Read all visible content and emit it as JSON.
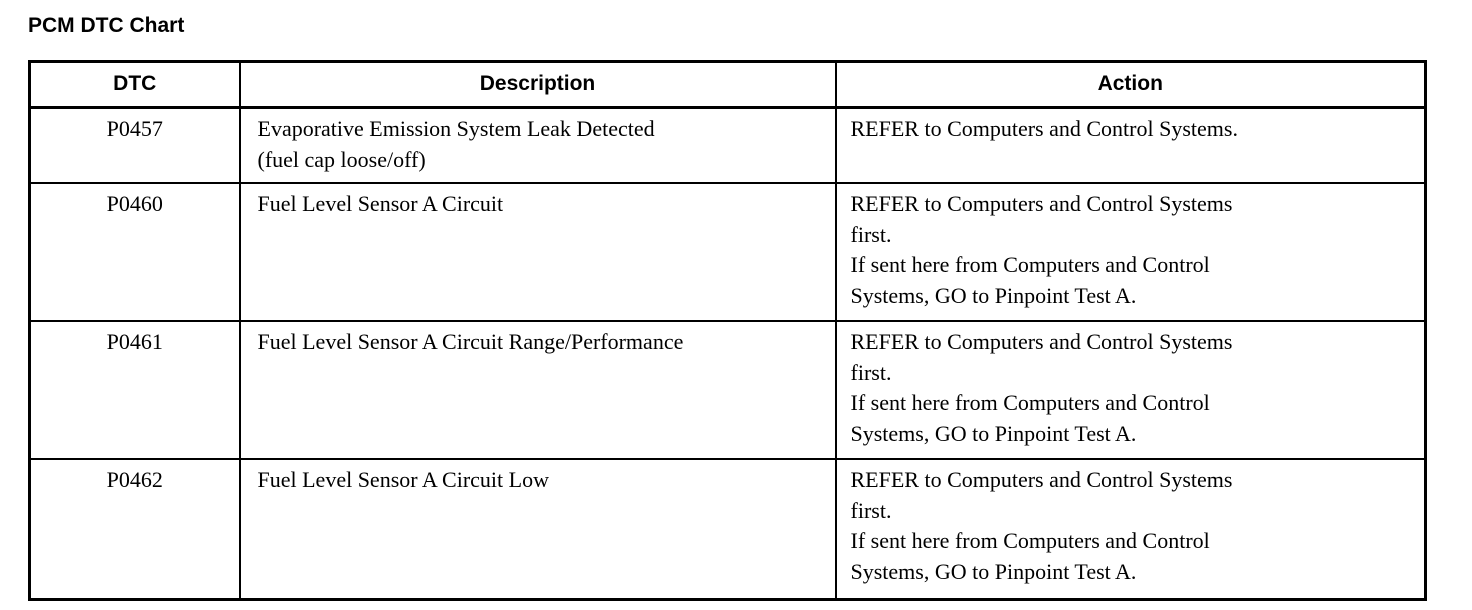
{
  "page": {
    "title": "PCM DTC Chart",
    "background_color": "#ffffff",
    "text_color": "#000000",
    "border_color": "#000000"
  },
  "table": {
    "columns": [
      {
        "key": "dtc",
        "label": "DTC"
      },
      {
        "key": "description",
        "label": "Description"
      },
      {
        "key": "action",
        "label": "Action"
      }
    ],
    "rows": [
      {
        "dtc": "P0457",
        "description_lines": [
          "Evaporative Emission System Leak Detected",
          "(fuel cap loose/off)"
        ],
        "action_lines": [
          "REFER to Computers and Control Systems."
        ]
      },
      {
        "dtc": "P0460",
        "description_lines": [
          "Fuel Level Sensor A Circuit"
        ],
        "action_lines": [
          "REFER to Computers and Control Systems",
          "first.",
          "If sent here from Computers and Control",
          "Systems, GO to Pinpoint Test A."
        ]
      },
      {
        "dtc": "P0461",
        "description_lines": [
          "Fuel Level Sensor A Circuit Range/Performance"
        ],
        "action_lines": [
          "REFER to Computers and Control Systems",
          "first.",
          "If sent here from Computers and Control",
          "Systems, GO to Pinpoint Test A."
        ]
      },
      {
        "dtc": "P0462",
        "description_lines": [
          "Fuel Level Sensor A Circuit Low"
        ],
        "action_lines": [
          "REFER to Computers and Control Systems",
          "first.",
          "If sent here from Computers and Control",
          "Systems, GO to Pinpoint Test A."
        ]
      }
    ]
  }
}
